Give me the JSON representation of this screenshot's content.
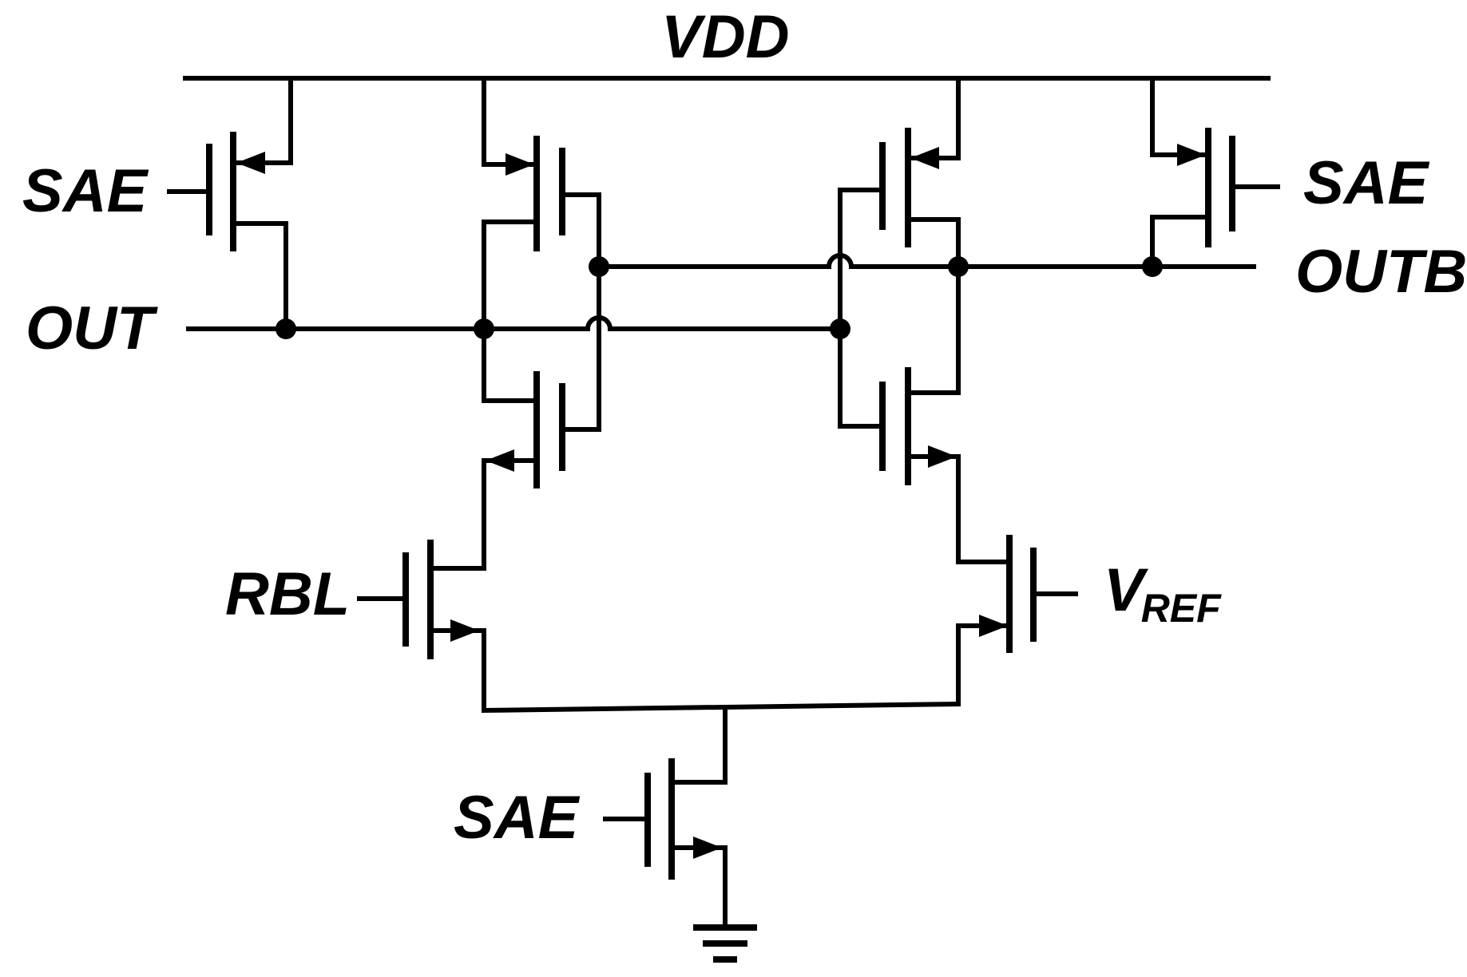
{
  "labels": {
    "vdd": "VDD",
    "sae_left": "SAE",
    "sae_right": "SAE",
    "sae_bottom": "SAE",
    "out": "OUT",
    "outb": "OUTB",
    "rbl": "RBL",
    "vref_main": "V",
    "vref_sub": "REF"
  }
}
